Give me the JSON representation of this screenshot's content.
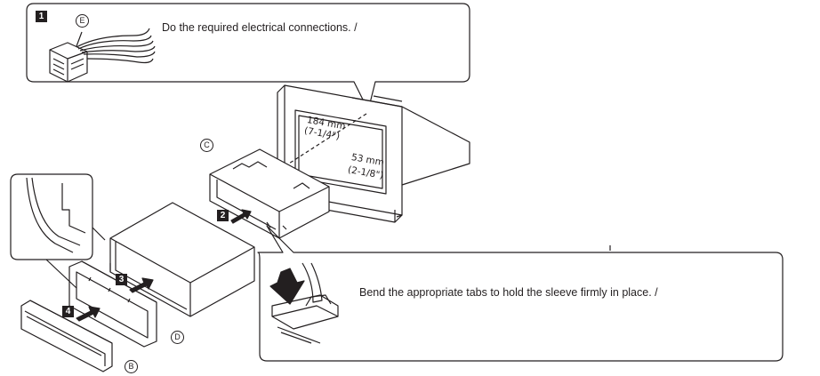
{
  "steps": {
    "step1": {
      "number": "1",
      "instruction": "Do the required electrical connections. /"
    },
    "step2": {
      "number": "2"
    },
    "step3": {
      "number": "3"
    },
    "step4": {
      "number": "4"
    },
    "bend_note": "Bend the appropriate tabs to hold the sleeve firmly in place. /"
  },
  "parts": {
    "connector": "E",
    "sleeve": "C",
    "trim_ring": "D",
    "faceplate": "B"
  },
  "dimensions": {
    "width_mm": "184 mm",
    "width_in": "(7-1/4\")",
    "height_mm": "53 mm",
    "height_in": "(2-1/8\")"
  },
  "colors": {
    "line": "#231f20",
    "background": "#ffffff",
    "shade": "#d9d9d9"
  }
}
